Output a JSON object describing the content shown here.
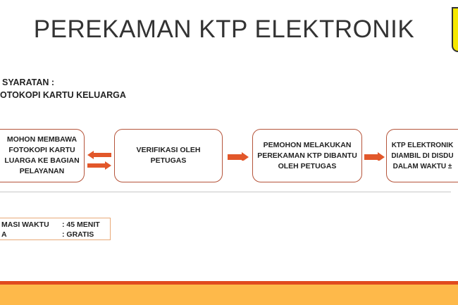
{
  "title": "PEREKAMAN KTP ELEKTRONIK",
  "requirements": {
    "heading": "SYARATAN :",
    "item": "OTOKOPI KARTU KELUARGA"
  },
  "flow": [
    {
      "text": "MOHON MEMBAWA\nFOTOKOPI KARTU\nLUARGA KE BAGIAN\nPELAYANAN"
    },
    {
      "text": "VERIFIKASI OLEH\nPETUGAS"
    },
    {
      "text": "PEMOHON MELAKUKAN\nPEREKAMAN KTP DIBANTU\nOLEH PETUGAS"
    },
    {
      "text": "KTP ELEKTRONIK\nDIAMBIL DI DISDU\nDALAM WAKTU ±"
    }
  ],
  "info": [
    {
      "label": "MASI WAKTU",
      "value": ": 45 MENIT"
    },
    {
      "label": "A",
      "value": ": GRATIS"
    }
  ],
  "colors": {
    "arrow": "#e2572a",
    "box_border": "#b5543a",
    "footer_red": "#e04a1e",
    "footer_orange": "#feb94a"
  }
}
